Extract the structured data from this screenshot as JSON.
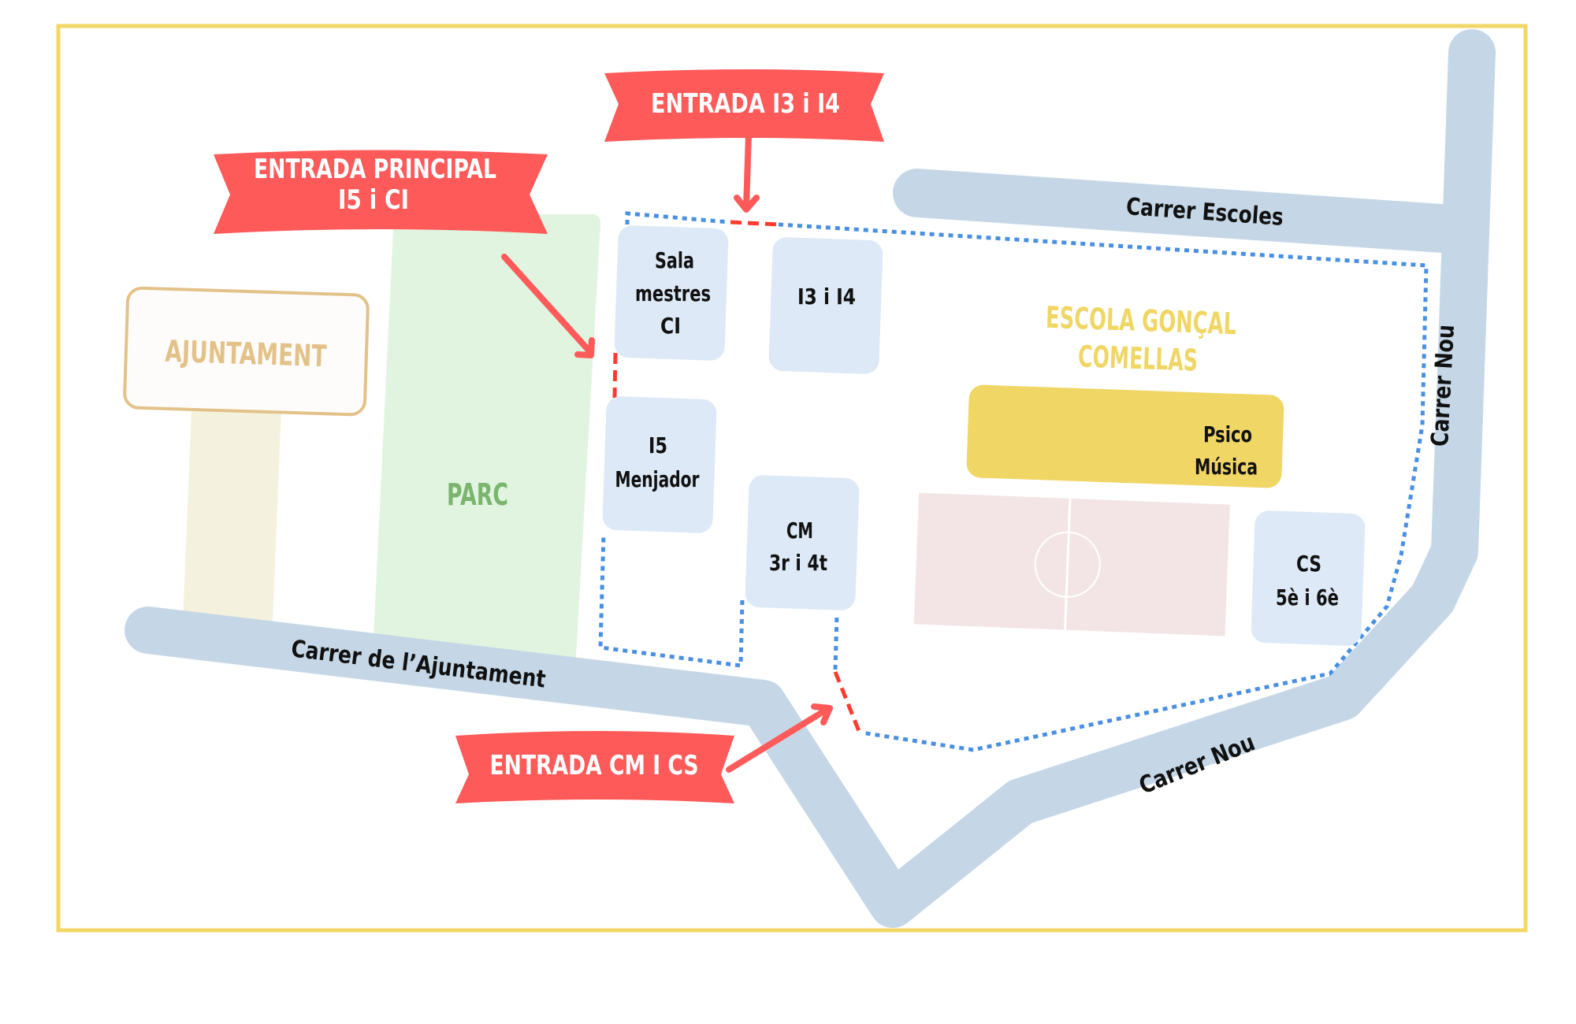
{
  "map": {
    "school_name_line1": "ESCOLA GONÇAL",
    "school_name_line2": "COMELLAS",
    "colors": {
      "frame": "#f2d766",
      "road": "#c5d7e7",
      "building": "#dde9f6",
      "banner": "#ff5a5a",
      "arrow": "#ff5a5a",
      "entrance_dash": "#ff3b30",
      "boundary_dots": "#4a90e2",
      "park": "#e0f4df",
      "park_text": "#7ab46e",
      "ajuntament_fill": "#fdfcfa",
      "ajuntament_border": "#e3c28a",
      "ajuntament_text": "#e3c28a",
      "ajuntament_path": "#f4f2de",
      "psico": "#f0d665",
      "court": "#f3e5e5",
      "school_title": "#f0d665"
    }
  },
  "banners": {
    "main_entrance": {
      "line1": "ENTRADA PRINCIPAL",
      "line2": "I5 i CI"
    },
    "i3_i4_entrance": {
      "line1": "ENTRADA I3 i I4"
    },
    "cm_cs_entrance": {
      "line1": "ENTRADA CM I CS"
    }
  },
  "landmarks": {
    "ajuntament": "AJUNTAMENT",
    "parc": "PARC"
  },
  "buildings": {
    "sala_mestres": {
      "line1": "Sala",
      "line2": "mestres",
      "line3": "CI"
    },
    "i3_i4": {
      "line1": "I3 i I4"
    },
    "i5": {
      "line1": "I5",
      "line2": "Menjador"
    },
    "cm": {
      "line1": "CM",
      "line2": "3r i 4t"
    },
    "cs": {
      "line1": "CS",
      "line2": "5è i 6è"
    },
    "psico": {
      "line1": "Psico",
      "line2": "Música"
    }
  },
  "streets": {
    "escoles": "Carrer Escoles",
    "nou_vertical": "Carrer Nou",
    "nou_bottom": "Carrer Nou",
    "ajuntament": "Carrer de l’Ajuntament"
  }
}
